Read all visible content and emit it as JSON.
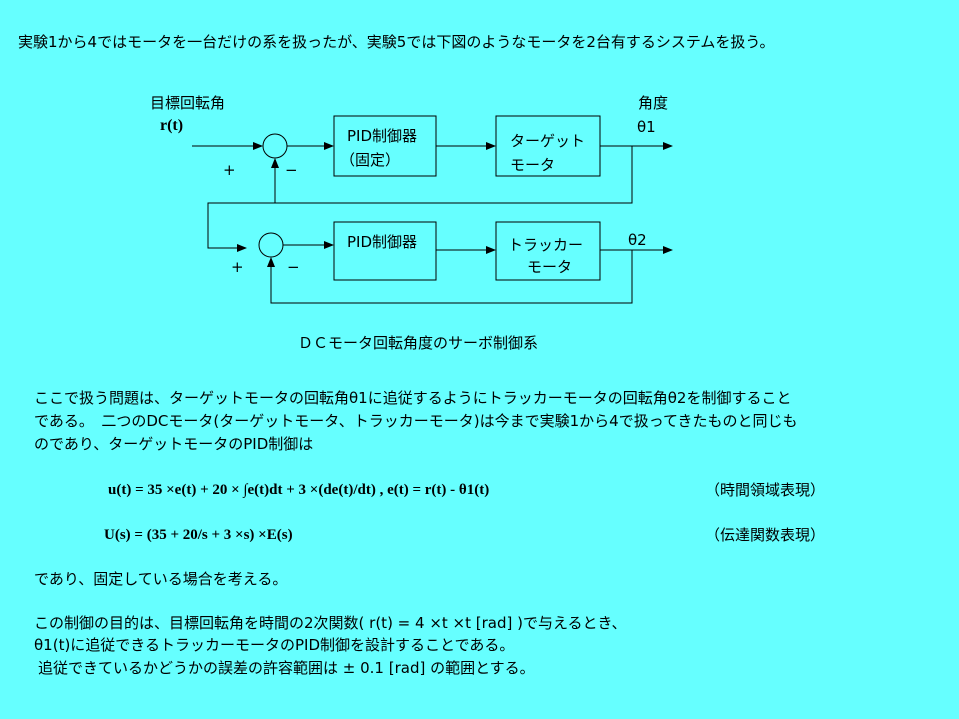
{
  "intro": "実験1から4ではモータを一台だけの系を扱ったが、実験5では下図のようなモータを2台有するシステムを扱う。",
  "diagram": {
    "input_label": "目標回転角",
    "input_signal": "r(t)",
    "plus_top": "+",
    "minus_top": "−",
    "plus_bottom": "+",
    "minus_bottom": "−",
    "pid_top_line1": "PID制御器",
    "pid_top_line2": "（固定）",
    "target_motor_line1": "ターゲット",
    "target_motor_line2": "モータ",
    "pid_bottom": "PID制御器",
    "tracker_motor_line1": "トラッカー",
    "tracker_motor_line2": "モータ",
    "output_label": "角度",
    "theta1": "θ1",
    "theta2": "θ2",
    "caption": "ＤＣモータ回転角度のサーボ制御系"
  },
  "paragraph": {
    "line1": "ここで扱う問題は、ターゲットモータの回転角θ1に追従するようにトラッカーモータの回転角θ2を制御すること",
    "line2": "である。　二つのDCモータ(ターゲットモータ、トラッカーモータ)は今まで実験1から4で扱ってきたものと同じも",
    "line3": "のであり、ターゲットモータのPID制御は"
  },
  "equations": {
    "time_domain": "u(t) = 35 ×e(t) + 20 × ∫e(t)dt + 3 ×(de(t)/dt) ,  e(t) = r(t) - θ1(t)",
    "time_domain_note": "（時間領域表現）",
    "transfer": "U(s) = (35 + 20/s + 3 ×s) ×E(s)",
    "transfer_note": "（伝達関数表現）"
  },
  "fixed_note": "であり、固定している場合を考える。",
  "purpose": {
    "line1": "この制御の目的は、目標回転角を時間の2次関数( r(t) = 4 ×t ×t [rad] )で与えるとき、",
    "line2": "θ1(t)に追従できるトラッカーモータのPID制御を設計することである。",
    "line3": "追従できているかどうかの誤差の許容範囲は ± 0.1 [rad] の範囲とする。"
  }
}
